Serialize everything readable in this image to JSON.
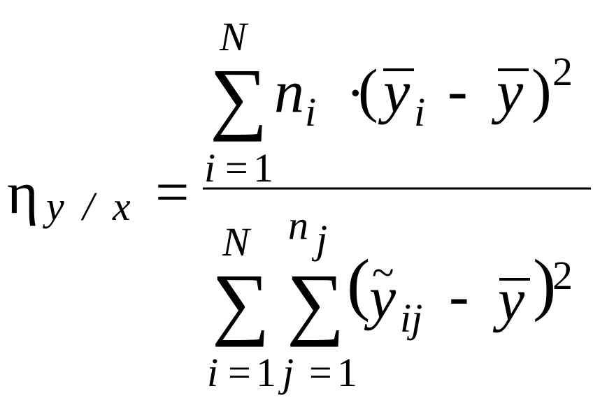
{
  "formula": {
    "lhs": {
      "symbol": "η",
      "subscript": "y / x",
      "equals": "="
    },
    "numerator": {
      "sum_symbol": "∑",
      "sum_upper": "N",
      "sum_lower_var": "i",
      "sum_lower_eq": "=",
      "sum_lower_val": "1",
      "n_var": "n",
      "n_sub": "i",
      "dot": "·",
      "open_paren": "(",
      "ybar_i": "y",
      "ybar_i_sub": "i",
      "minus": "-",
      "ybar": "y",
      "close_paren": ")",
      "power": "2"
    },
    "denominator": {
      "sum1_symbol": "∑",
      "sum1_upper": "N",
      "sum1_lower_var": "i",
      "sum1_lower_eq": "=",
      "sum1_lower_val": "1",
      "sum2_symbol": "∑",
      "sum2_upper_var": "n",
      "sum2_upper_sub": "j",
      "sum2_lower_var": "j",
      "sum2_lower_eq": "=",
      "sum2_lower_val": "1",
      "open_paren": "(",
      "ytilde": "y",
      "tilde": "~",
      "ytilde_sub": "ij",
      "minus": "-",
      "ybar": "y",
      "close_paren": ")",
      "power": "2"
    }
  }
}
